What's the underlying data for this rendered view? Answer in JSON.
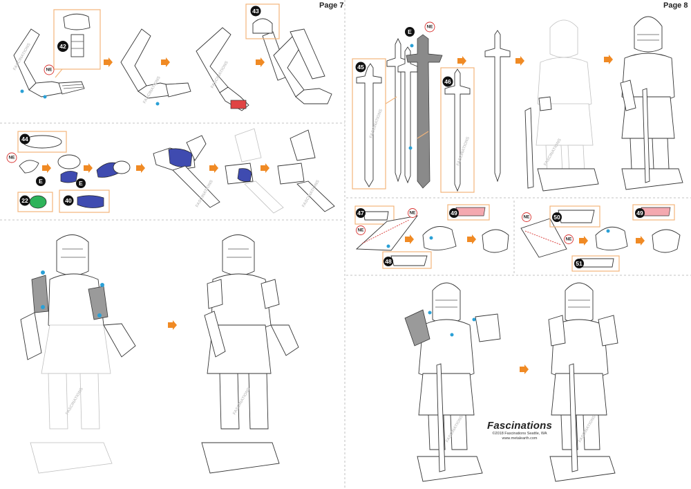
{
  "pages": {
    "left": "Page 7",
    "right": "Page 8"
  },
  "watermark": "FASCINATIONS",
  "part_numbers": [
    "42",
    "43",
    "44",
    "22",
    "40",
    "45",
    "46",
    "47",
    "48",
    "49",
    "50",
    "51"
  ],
  "badges": {
    "ne": "NE",
    "e": "E"
  },
  "brand": {
    "name": "Fascinations",
    "copyright": "©2018 Fascinations Seattle, WA",
    "url": "www.metalearth.com"
  },
  "colors": {
    "arrow": "#f08a24",
    "frame": "#f3b47a",
    "dot": "#2aa0d6",
    "part_blue": "#3f4bb0",
    "part_green": "#2eb35a",
    "part_pink": "#f4a9b0",
    "ne_ring": "#d8312e"
  }
}
